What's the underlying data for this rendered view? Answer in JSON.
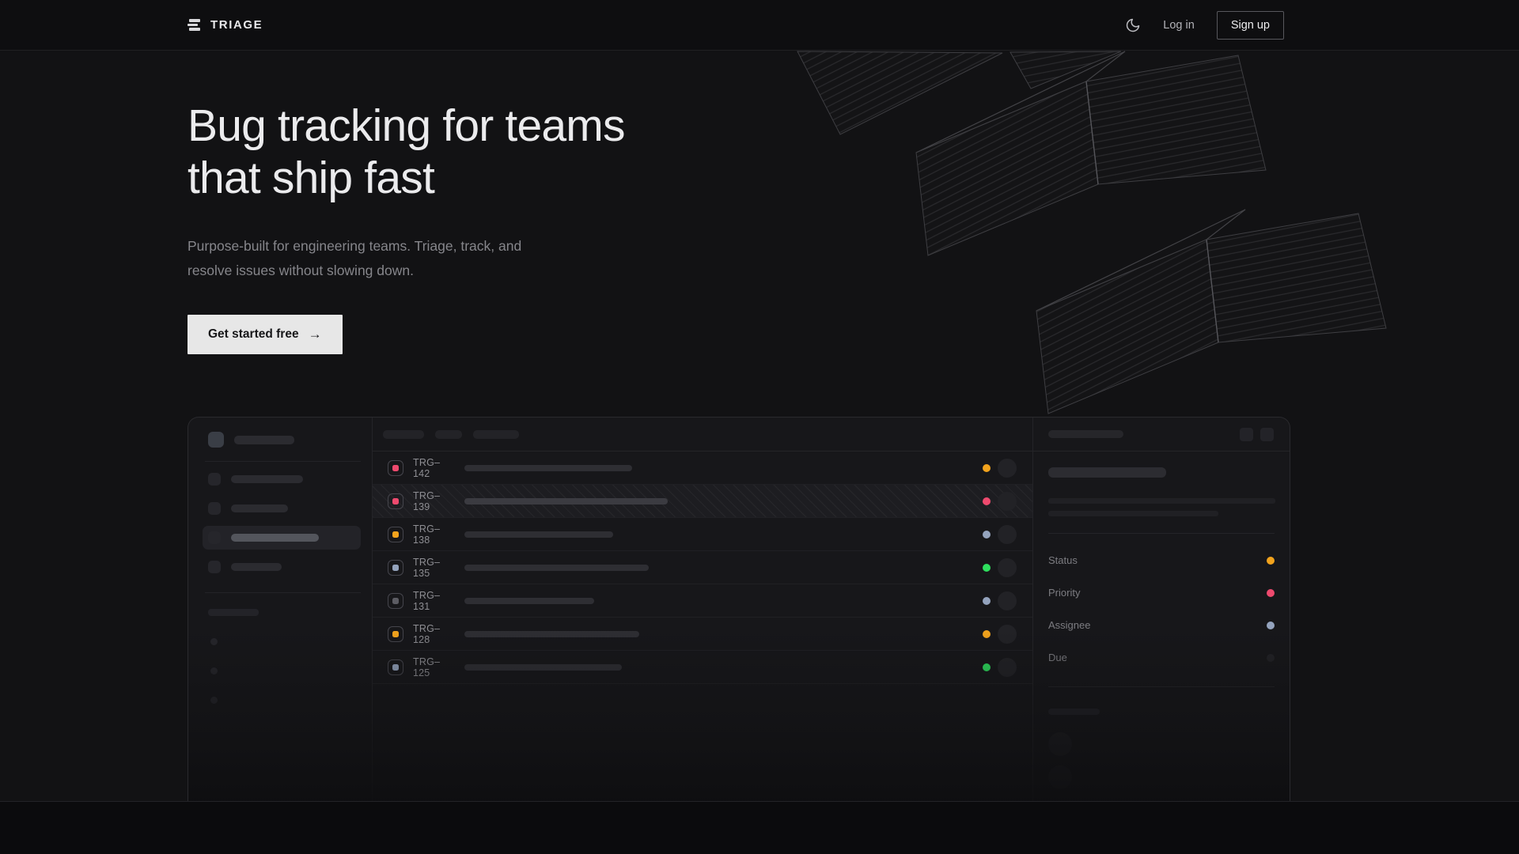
{
  "nav": {
    "brand": "TRIAGE",
    "login_label": "Log in",
    "signup_label": "Sign up"
  },
  "hero": {
    "title_line1": "Bug tracking for teams",
    "title_line2": "that ship fast",
    "subtitle_line1": "Purpose-built for engineering teams. Triage, track, and",
    "subtitle_line2": "resolve issues without slowing down.",
    "cta_label": "Get started free",
    "cta_arrow": "→"
  },
  "mockup": {
    "issues": [
      {
        "id": "TRG–142",
        "icon_color": "#ee4a6e",
        "dot_color": "#f2a31d",
        "title_width": 212,
        "selected": false
      },
      {
        "id": "TRG–139",
        "icon_color": "#ee4a6e",
        "dot_color": "#ee4a6e",
        "title_width": 257,
        "selected": true
      },
      {
        "id": "TRG–138",
        "icon_color": "#f2a31d",
        "dot_color": "#94a3bd",
        "title_width": 188,
        "selected": false
      },
      {
        "id": "TRG–135",
        "icon_color": "#94a3bd",
        "dot_color": "#2ee05e",
        "title_width": 233,
        "selected": false
      },
      {
        "id": "TRG–131",
        "icon_color": "#5c5c63",
        "dot_color": "#94a3bd",
        "title_width": 164,
        "selected": false
      },
      {
        "id": "TRG–128",
        "icon_color": "#f2a31d",
        "dot_color": "#f2a31d",
        "title_width": 221,
        "selected": false
      },
      {
        "id": "TRG–125",
        "icon_color": "#94a3bd",
        "dot_color": "#2ee05e",
        "title_width": 199,
        "selected": false
      }
    ],
    "detail_fields": [
      {
        "label": "Status",
        "dot_color": "#f2a31d"
      },
      {
        "label": "Priority",
        "dot_color": "#ee4a6e"
      },
      {
        "label": "Assignee",
        "dot_color": "#94a3bd"
      },
      {
        "label": "Due",
        "dot_color": "#222226"
      }
    ]
  },
  "colors": {
    "accent_amber": "#f2a31d",
    "accent_pink": "#ee4a6e",
    "accent_green": "#2ee05e",
    "accent_blue_gray": "#94a3bd",
    "page_bg": "#121214",
    "panel_bg": "#17171a",
    "cta_bg": "#e7e7e7"
  }
}
